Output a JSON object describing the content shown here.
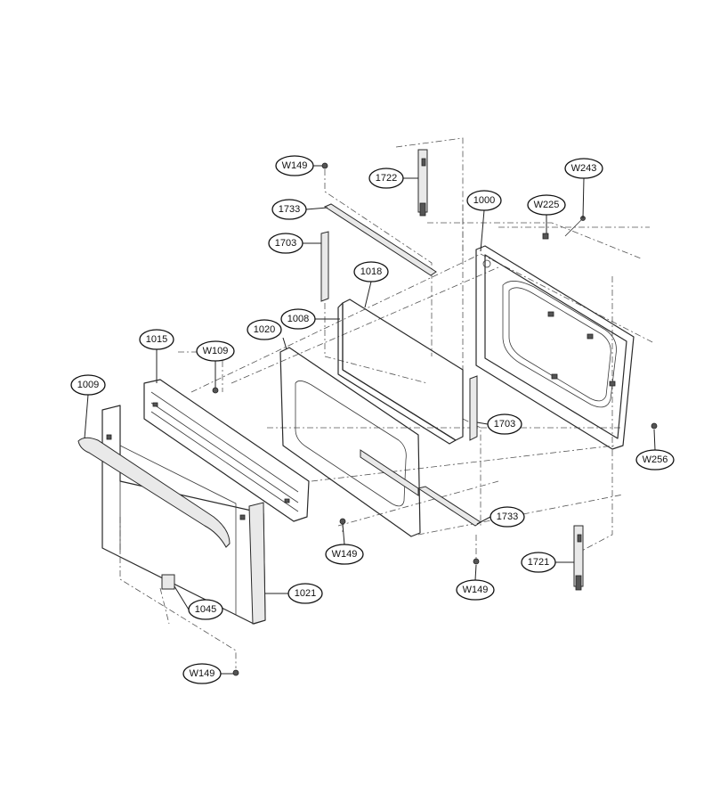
{
  "callouts": [
    {
      "id": "c-w149-top",
      "label": "W149"
    },
    {
      "id": "c-1722",
      "label": "1722"
    },
    {
      "id": "c-w243",
      "label": "W243"
    },
    {
      "id": "c-1000",
      "label": "1000"
    },
    {
      "id": "c-w225",
      "label": "W225"
    },
    {
      "id": "c-1733-top",
      "label": "1733"
    },
    {
      "id": "c-1703-left",
      "label": "1703"
    },
    {
      "id": "c-1018",
      "label": "1018"
    },
    {
      "id": "c-1008",
      "label": "1008"
    },
    {
      "id": "c-1015",
      "label": "1015"
    },
    {
      "id": "c-1020",
      "label": "1020"
    },
    {
      "id": "c-w109",
      "label": "W109"
    },
    {
      "id": "c-1009",
      "label": "1009"
    },
    {
      "id": "c-1703-right",
      "label": "1703"
    },
    {
      "id": "c-w256",
      "label": "W256"
    },
    {
      "id": "c-1733-bottom",
      "label": "1733"
    },
    {
      "id": "c-w149-mid",
      "label": "W149"
    },
    {
      "id": "c-1721",
      "label": "1721"
    },
    {
      "id": "c-w149-right",
      "label": "W149"
    },
    {
      "id": "c-1021",
      "label": "1021"
    },
    {
      "id": "c-1045",
      "label": "1045"
    },
    {
      "id": "c-w149-bottom",
      "label": "W149"
    }
  ]
}
